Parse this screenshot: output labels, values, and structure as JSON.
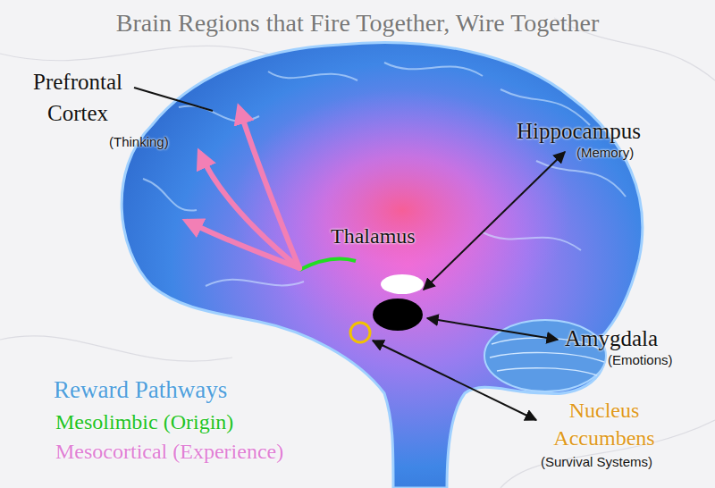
{
  "diagram": {
    "title": "Brain Regions that Fire Together, Wire Together",
    "labels": [
      "Prefrontal Cortex",
      "(Thinking)",
      "Hippocampus",
      "(Memory)",
      "Thalamus",
      "Amygdala",
      "(Emotions)",
      "Nucleus Accumbens",
      "(Survival Systems)",
      "Reward Pathways"
    ],
    "legend": [
      {
        "text": "Mesolimbic (Origin)",
        "color": "#22c322"
      },
      {
        "text": "Mesocortical (Experience)",
        "color": "#e07fd4"
      }
    ]
  }
}
